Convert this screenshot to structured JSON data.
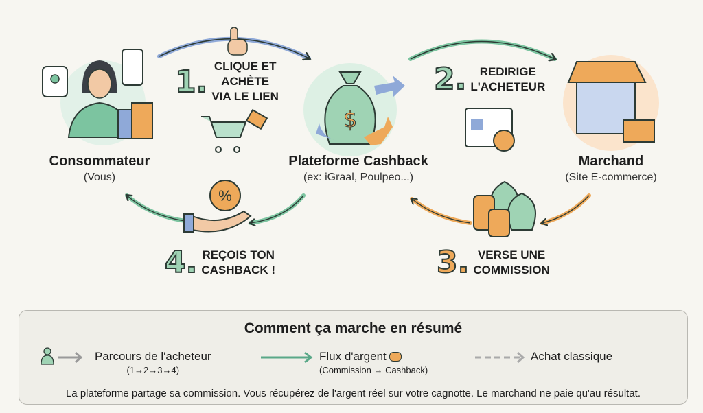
{
  "nodes": {
    "consumer": {
      "title": "Consommateur",
      "subtitle": "(Vous)"
    },
    "platform": {
      "title": "Plateforme Cashback",
      "subtitle": "(ex: iGraal, Poulpeo...)"
    },
    "merchant": {
      "title": "Marchand",
      "subtitle": "(Site E-commerce)"
    }
  },
  "steps": [
    {
      "number": "1.",
      "lines": [
        "Clique et",
        "achète",
        "via le lien"
      ]
    },
    {
      "number": "2.",
      "lines": [
        "Redirige",
        "l'acheteur"
      ]
    },
    {
      "number": "3.",
      "lines": [
        "Verse une",
        "commission"
      ]
    },
    {
      "number": "4.",
      "lines": [
        "Reçois ton",
        "cashback !"
      ]
    }
  ],
  "summary": {
    "title": "Comment ça marche en résumé",
    "legend": [
      {
        "label": "Parcours de l'acheteur",
        "sub": "(1→2→3→4)"
      },
      {
        "label": "Flux d'argent",
        "sub": "(Commission → Cashback)"
      },
      {
        "label": "Achat classique"
      }
    ],
    "note": "La plateforme partage sa commission. Vous récupérez de l'argent réel sur votre cagnotte. Le marchand ne paie qu'au résultat."
  },
  "colors": {
    "green": "#7cc4a0",
    "orange": "#eea95a",
    "blue": "#8fa9d8",
    "gray": "#9a9a9a"
  }
}
